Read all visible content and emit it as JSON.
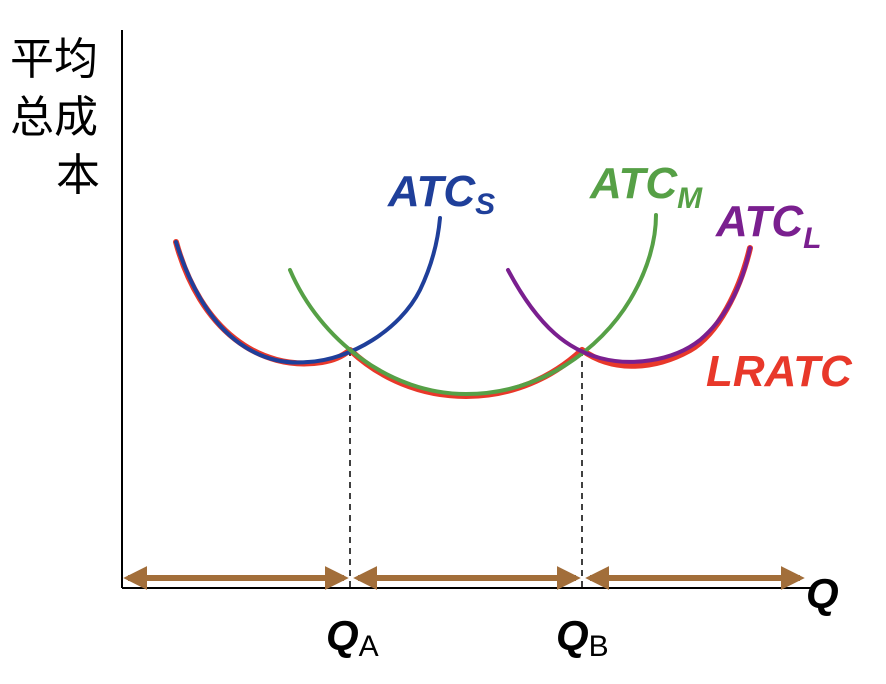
{
  "y_axis": {
    "label_lines": [
      "平均",
      "总成",
      "本"
    ]
  },
  "x_axis": {
    "label": "Q"
  },
  "curves": {
    "atc_s": {
      "main": "ATC",
      "sub": "S",
      "color": "#1f3f9a"
    },
    "atc_m": {
      "main": "ATC",
      "sub": "M",
      "color": "#56a046"
    },
    "atc_l": {
      "main": "ATC",
      "sub": "L",
      "color": "#7a1f8f"
    },
    "lratc": {
      "label": "LRATC",
      "color": "#e8382a"
    }
  },
  "quantities": {
    "qa": {
      "main": "Q",
      "sub": "A"
    },
    "qb": {
      "main": "Q",
      "sub": "B"
    }
  },
  "colors": {
    "axis": "#000000",
    "arrows": "#a26e3a",
    "dashed": "#000000"
  }
}
